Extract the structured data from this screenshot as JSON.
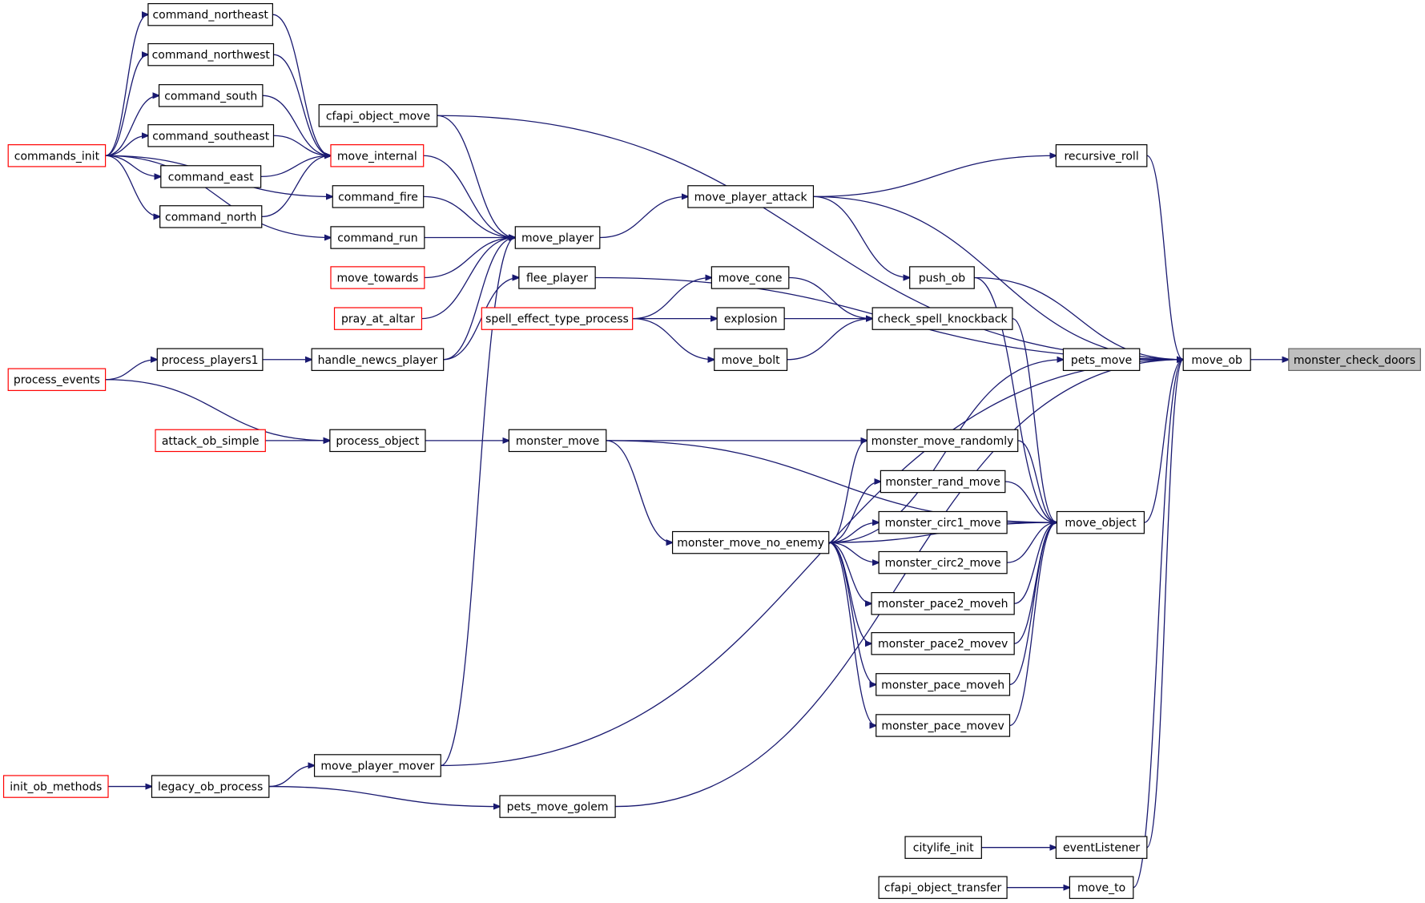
{
  "nodes": [
    {
      "id": "monster_check_doors",
      "label": "monster_check_doors",
      "style": "root"
    },
    {
      "id": "move_ob",
      "label": "move_ob"
    },
    {
      "id": "cfapi_object_move",
      "label": "cfapi_object_move"
    },
    {
      "id": "recursive_roll",
      "label": "recursive_roll"
    },
    {
      "id": "move_player_attack",
      "label": "move_player_attack"
    },
    {
      "id": "flee_player",
      "label": "flee_player"
    },
    {
      "id": "push_ob",
      "label": "push_ob"
    },
    {
      "id": "pets_move",
      "label": "pets_move"
    },
    {
      "id": "move_object",
      "label": "move_object"
    },
    {
      "id": "move_player_mover",
      "label": "move_player_mover"
    },
    {
      "id": "pets_move_golem",
      "label": "pets_move_golem"
    },
    {
      "id": "eventListener",
      "label": "eventListener"
    },
    {
      "id": "move_to",
      "label": "move_to"
    },
    {
      "id": "citylife_init",
      "label": "citylife_init"
    },
    {
      "id": "cfapi_object_transfer",
      "label": "cfapi_object_transfer"
    },
    {
      "id": "move_player",
      "label": "move_player"
    },
    {
      "id": "move_internal",
      "label": "move_internal",
      "style": "truncated"
    },
    {
      "id": "command_fire",
      "label": "command_fire"
    },
    {
      "id": "command_run",
      "label": "command_run"
    },
    {
      "id": "move_towards",
      "label": "move_towards",
      "style": "truncated"
    },
    {
      "id": "pray_at_altar",
      "label": "pray_at_altar",
      "style": "truncated"
    },
    {
      "id": "handle_newcs_player",
      "label": "handle_newcs_player"
    },
    {
      "id": "command_northeast",
      "label": "command_northeast"
    },
    {
      "id": "command_northwest",
      "label": "command_northwest"
    },
    {
      "id": "command_south",
      "label": "command_south"
    },
    {
      "id": "command_southeast",
      "label": "command_southeast"
    },
    {
      "id": "command_east",
      "label": "command_east"
    },
    {
      "id": "command_north",
      "label": "command_north"
    },
    {
      "id": "commands_init",
      "label": "commands_init",
      "style": "truncated"
    },
    {
      "id": "process_players1",
      "label": "process_players1"
    },
    {
      "id": "process_events",
      "label": "process_events",
      "style": "truncated"
    },
    {
      "id": "check_spell_knockback",
      "label": "check_spell_knockback"
    },
    {
      "id": "move_cone",
      "label": "move_cone"
    },
    {
      "id": "explosion",
      "label": "explosion"
    },
    {
      "id": "move_bolt",
      "label": "move_bolt"
    },
    {
      "id": "spell_effect_type_process",
      "label": "spell_effect_type_process",
      "style": "truncated"
    },
    {
      "id": "monster_move_no_enemy",
      "label": "monster_move_no_enemy"
    },
    {
      "id": "monster_move_randomly",
      "label": "monster_move_randomly"
    },
    {
      "id": "monster_rand_move",
      "label": "monster_rand_move"
    },
    {
      "id": "monster_circ1_move",
      "label": "monster_circ1_move"
    },
    {
      "id": "monster_circ2_move",
      "label": "monster_circ2_move"
    },
    {
      "id": "monster_pace2_moveh",
      "label": "monster_pace2_moveh"
    },
    {
      "id": "monster_pace2_movev",
      "label": "monster_pace2_movev"
    },
    {
      "id": "monster_pace_moveh",
      "label": "monster_pace_moveh"
    },
    {
      "id": "monster_pace_movev",
      "label": "monster_pace_movev"
    },
    {
      "id": "monster_move",
      "label": "monster_move"
    },
    {
      "id": "process_object",
      "label": "process_object"
    },
    {
      "id": "attack_ob_simple",
      "label": "attack_ob_simple",
      "style": "truncated"
    },
    {
      "id": "legacy_ob_process",
      "label": "legacy_ob_process"
    },
    {
      "id": "init_ob_methods",
      "label": "init_ob_methods",
      "style": "truncated"
    }
  ],
  "edges": [
    [
      "move_ob",
      "monster_check_doors"
    ],
    [
      "cfapi_object_move",
      "move_ob"
    ],
    [
      "recursive_roll",
      "move_ob"
    ],
    [
      "move_player_attack",
      "move_ob"
    ],
    [
      "flee_player",
      "move_ob"
    ],
    [
      "push_ob",
      "move_ob"
    ],
    [
      "pets_move",
      "move_ob"
    ],
    [
      "move_object",
      "move_ob"
    ],
    [
      "move_player_mover",
      "move_ob"
    ],
    [
      "pets_move_golem",
      "move_ob"
    ],
    [
      "eventListener",
      "move_ob"
    ],
    [
      "move_to",
      "move_ob"
    ],
    [
      "citylife_init",
      "eventListener"
    ],
    [
      "cfapi_object_transfer",
      "move_to"
    ],
    [
      "move_player_attack",
      "recursive_roll"
    ],
    [
      "move_player",
      "move_player_attack"
    ],
    [
      "move_player_attack",
      "push_ob"
    ],
    [
      "cfapi_object_move",
      "move_player"
    ],
    [
      "move_internal",
      "move_player"
    ],
    [
      "command_fire",
      "move_player"
    ],
    [
      "command_run",
      "move_player"
    ],
    [
      "move_towards",
      "move_player"
    ],
    [
      "pray_at_altar",
      "move_player"
    ],
    [
      "handle_newcs_player",
      "move_player"
    ],
    [
      "move_player_mover",
      "move_player"
    ],
    [
      "command_northeast",
      "move_internal"
    ],
    [
      "command_northwest",
      "move_internal"
    ],
    [
      "command_south",
      "move_internal"
    ],
    [
      "command_southeast",
      "move_internal"
    ],
    [
      "command_east",
      "move_internal"
    ],
    [
      "command_north",
      "move_internal"
    ],
    [
      "commands_init",
      "command_northeast"
    ],
    [
      "commands_init",
      "command_northwest"
    ],
    [
      "commands_init",
      "command_south"
    ],
    [
      "commands_init",
      "command_southeast"
    ],
    [
      "commands_init",
      "command_east"
    ],
    [
      "commands_init",
      "command_north"
    ],
    [
      "commands_init",
      "command_fire"
    ],
    [
      "commands_init",
      "command_run"
    ],
    [
      "process_players1",
      "handle_newcs_player"
    ],
    [
      "process_events",
      "process_players1"
    ],
    [
      "handle_newcs_player",
      "flee_player"
    ],
    [
      "move_cone",
      "check_spell_knockback"
    ],
    [
      "explosion",
      "check_spell_knockback"
    ],
    [
      "move_bolt",
      "check_spell_knockback"
    ],
    [
      "check_spell_knockback",
      "move_object"
    ],
    [
      "spell_effect_type_process",
      "move_cone"
    ],
    [
      "spell_effect_type_process",
      "explosion"
    ],
    [
      "spell_effect_type_process",
      "move_bolt"
    ],
    [
      "push_ob",
      "move_object"
    ],
    [
      "monster_move_no_enemy",
      "pets_move"
    ],
    [
      "pets_move",
      "move_ob"
    ],
    [
      "monster_move",
      "move_object"
    ],
    [
      "monster_move",
      "monster_move_randomly"
    ],
    [
      "monster_move",
      "monster_move_no_enemy"
    ],
    [
      "monster_move_no_enemy",
      "monster_move_randomly"
    ],
    [
      "monster_move_no_enemy",
      "monster_rand_move"
    ],
    [
      "monster_move_no_enemy",
      "monster_circ1_move"
    ],
    [
      "monster_move_no_enemy",
      "monster_circ2_move"
    ],
    [
      "monster_move_no_enemy",
      "monster_pace2_moveh"
    ],
    [
      "monster_move_no_enemy",
      "monster_pace2_movev"
    ],
    [
      "monster_move_no_enemy",
      "monster_pace_moveh"
    ],
    [
      "monster_move_no_enemy",
      "monster_pace_movev"
    ],
    [
      "monster_move_no_enemy",
      "move_object"
    ],
    [
      "monster_move_randomly",
      "move_object"
    ],
    [
      "monster_rand_move",
      "move_object"
    ],
    [
      "monster_circ1_move",
      "move_object"
    ],
    [
      "monster_circ2_move",
      "move_object"
    ],
    [
      "monster_pace2_moveh",
      "move_object"
    ],
    [
      "monster_pace2_movev",
      "move_object"
    ],
    [
      "monster_pace_moveh",
      "move_object"
    ],
    [
      "monster_pace_movev",
      "move_object"
    ],
    [
      "process_object",
      "monster_move"
    ],
    [
      "process_events",
      "process_object"
    ],
    [
      "attack_ob_simple",
      "process_object"
    ],
    [
      "legacy_ob_process",
      "move_player_mover"
    ],
    [
      "legacy_ob_process",
      "pets_move_golem"
    ],
    [
      "init_ob_methods",
      "legacy_ob_process"
    ]
  ]
}
